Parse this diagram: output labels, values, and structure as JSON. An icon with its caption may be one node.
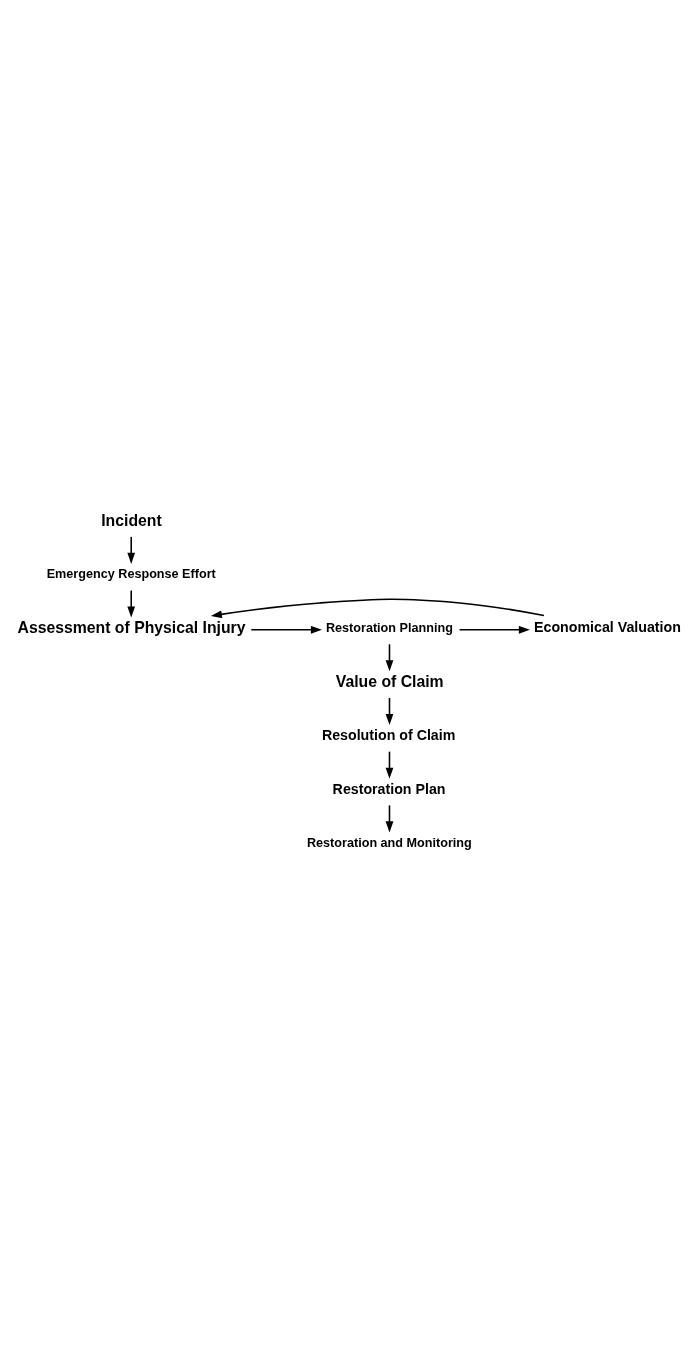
{
  "diagram": {
    "nodes": [
      {
        "text": [
          "Incident"
        ]
      },
      {
        "text": [
          "Emergency Response Effort"
        ]
      },
      {
        "text": [
          "Assessment of Physical Injury"
        ]
      },
      {
        "text": [
          "Economical Valuation"
        ]
      },
      {
        "text": [
          "Restoration Planning"
        ]
      },
      {
        "text": [
          "Value of Claim"
        ]
      },
      {
        "text": [
          "Resolution of Claim"
        ]
      },
      {
        "text": [
          "Restoration Plan"
        ]
      },
      {
        "text": [
          "Restoration and Monitoring"
        ]
      }
    ],
    "edges": [
      {
        "from": 0,
        "to": 1,
        "arrow": "to"
      },
      {
        "from": 1,
        "to": 2,
        "arrow": "to"
      },
      {
        "from": 3,
        "to": 2,
        "arrow": "to"
      },
      {
        "from": 2,
        "to": 4,
        "arrow": "to"
      },
      {
        "from": 4,
        "to": 3,
        "arrow": "to"
      },
      {
        "from": 4,
        "to": 5,
        "arrow": "to"
      },
      {
        "from": 5,
        "to": 6,
        "arrow": "to"
      },
      {
        "from": 6,
        "to": 7,
        "arrow": "to"
      },
      {
        "from": 7,
        "to": 8,
        "arrow": "to"
      }
    ]
  }
}
